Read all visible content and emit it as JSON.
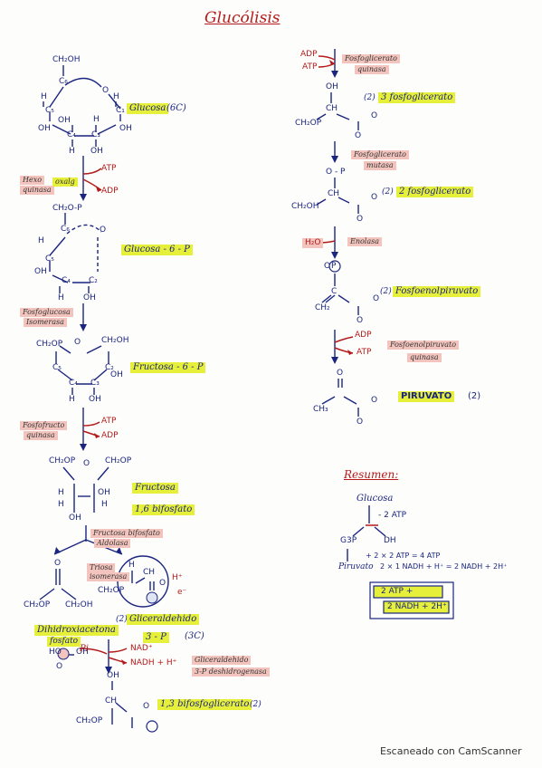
{
  "title": "Glucólisis",
  "watermark": "Escaneado con CamScanner",
  "left": {
    "glucose": {
      "ch2oh": "CH₂OH",
      "c6": "C₆",
      "o": "O",
      "c5": "C₅",
      "c4": "C₄",
      "c3": "C₃",
      "c2": "C₂",
      "c1": "C₁",
      "h": "H",
      "oh": "OH",
      "label": "Glucosa",
      "note": "(6C)"
    },
    "step1": {
      "enzyme_a": "Hexo",
      "enzyme_b": "quinasa",
      "extra": "oxalg",
      "atp": "ATP",
      "adp": "ADP"
    },
    "g6p": {
      "ch2op": "CH₂O-P",
      "label": "Glucosa - 6 - P"
    },
    "step2": {
      "enzyme_a": "Fosfoglucosa",
      "enzyme_b": "Isomerasa"
    },
    "f6p": {
      "ch2op": "CH₂OP",
      "ch2oh": "CH₂OH",
      "label": "Fructosa - 6 - P"
    },
    "step3": {
      "enzyme_a": "Fosfofructo",
      "enzyme_b": "quinasa",
      "atp": "ATP",
      "adp": "ADP"
    },
    "f16bp": {
      "ch2op_l": "CH₂OP",
      "ch2op_r": "CH₂OP",
      "label_a": "Fructosa",
      "label_b": "1,6 bifosfato"
    },
    "step4": {
      "enzyme_a": "Fructosa bifosfato",
      "enzyme_b": "Aldolasa"
    },
    "dhap": {
      "ch2op": "CH₂OP",
      "ch2oh": "CH₂OH",
      "label_a": "Dihidroxiacetona",
      "label_b": "fosfato"
    },
    "tim": {
      "a": "Triosa",
      "b": "isomerasa"
    },
    "g3p": {
      "ch2op": "CH₂OP",
      "h": "H",
      "ch": "CH",
      "plus": "H⁺",
      "e": "e⁻",
      "coef": "(2)",
      "label_a": "Gliceraldehido",
      "label_b": "3 - P",
      "note": "(3C)"
    },
    "pi": {
      "text": "Pi",
      "ho": "HO",
      "oh": "OH",
      "o": "O"
    },
    "step5": {
      "nad": "NAD⁺",
      "nadh": "NADH + H⁺",
      "enzyme_a": "Gliceraldehido",
      "enzyme_b": "3-P deshidrogenasa"
    },
    "bpg": {
      "oh": "OH",
      "ch": "CH",
      "ch2op": "CH₂OP",
      "label": "1,3 bifosfoglicerato",
      "coef": "(2)"
    }
  },
  "right": {
    "step6": {
      "adp": "ADP",
      "atp": "ATP",
      "enzyme_a": "Fosfoglicerato",
      "enzyme_b": "quinasa"
    },
    "pg3": {
      "oh": "OH",
      "ch": "CH",
      "ch2op": "CH₂OP",
      "label": "3 fosfoglicerato",
      "coef": "(2)"
    },
    "step7": {
      "enzyme_a": "Fosfoglicerato",
      "enzyme_b": "mutasa"
    },
    "pg2": {
      "op": "O - P",
      "ch": "CH",
      "ch2oh": "CH₂OH",
      "label": "2 fosfoglicerato",
      "coef": "(2)"
    },
    "step8": {
      "h2o": "H₂O",
      "enzyme": "Enolasa"
    },
    "pep": {
      "p": "P",
      "o": "O",
      "c": "C",
      "ch2": "CH₂",
      "label": "Fosfoenolpiruvato",
      "coef": "(2)"
    },
    "step9": {
      "adp": "ADP",
      "atp": "ATP",
      "enzyme_a": "Fosfoenolpiruvato",
      "enzyme_b": "quinasa"
    },
    "pyruvate": {
      "o": "O",
      "ch3": "CH₃",
      "label": "PIRUVATO",
      "coef": "(2)"
    },
    "summary": {
      "title": "Resumen:",
      "glucose": "Glucosa",
      "minus_atp": "- 2 ATP",
      "g3p": "G3P",
      "dh": "DH",
      "line1": "+ 2 × 2 ATP = 4 ATP",
      "piruvato": "Piruvato",
      "line2": "2 × 1 NADH + H⁺ = 2 NADH + 2H⁺",
      "box1": "2 ATP +",
      "box2": "2 NADH + 2H⁺"
    }
  }
}
